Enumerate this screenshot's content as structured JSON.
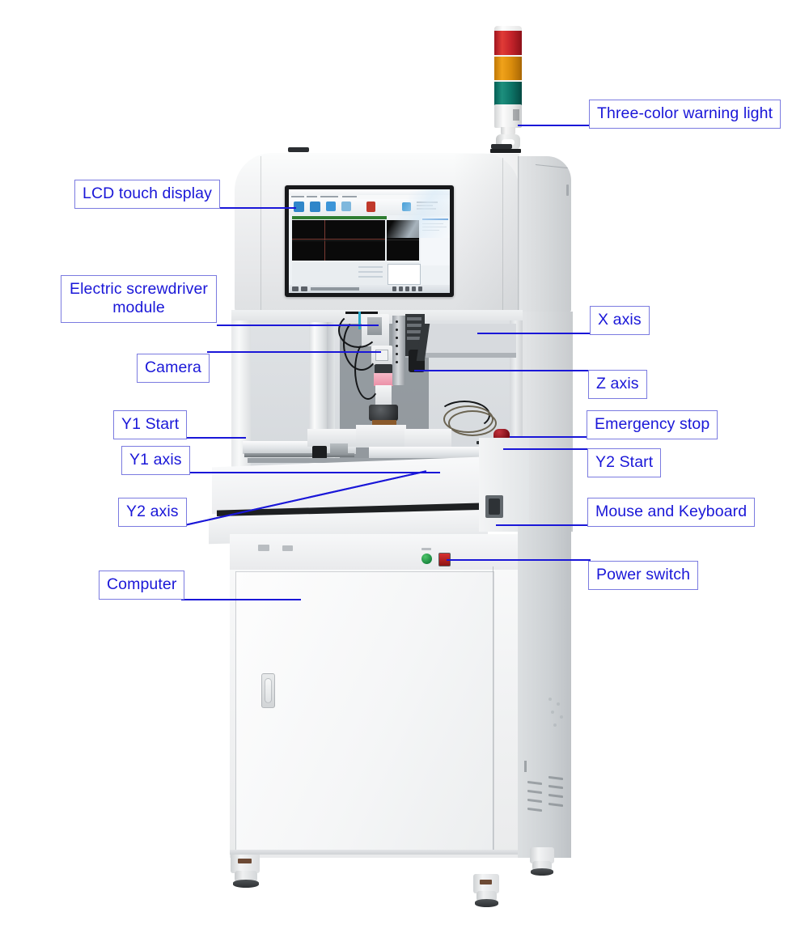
{
  "diagram": {
    "title": "Automatic screw fastening machine – annotated component callouts",
    "accent_color": "#1a17d8",
    "label_border_color": "#7b7be0",
    "background_color": "#ffffff"
  },
  "labels": {
    "three_color_warning_light": "Three-color warning light",
    "lcd_touch_display": "LCD touch display",
    "electric_screwdriver_module": "Electric screwdriver module",
    "camera": "Camera",
    "x_axis": "X axis",
    "z_axis": "Z axis",
    "y1_start": "Y1 Start",
    "y1_axis": "Y1 axis",
    "y2_axis": "Y2 axis",
    "emergency_stop": "Emergency stop",
    "y2_start": "Y2 Start",
    "mouse_and_keyboard": "Mouse and Keyboard",
    "power_switch": "Power switch",
    "computer": "Computer"
  },
  "warning_light": {
    "segments": [
      {
        "name": "red",
        "color": "#c4232a"
      },
      {
        "name": "amber",
        "color": "#d98c0c"
      },
      {
        "name": "green",
        "color": "#0d7467"
      }
    ]
  },
  "controls": {
    "emergency_stop_color": "#9b1620",
    "power_switch_color": "#c62828",
    "start_button_color": "#2e9e4f"
  }
}
